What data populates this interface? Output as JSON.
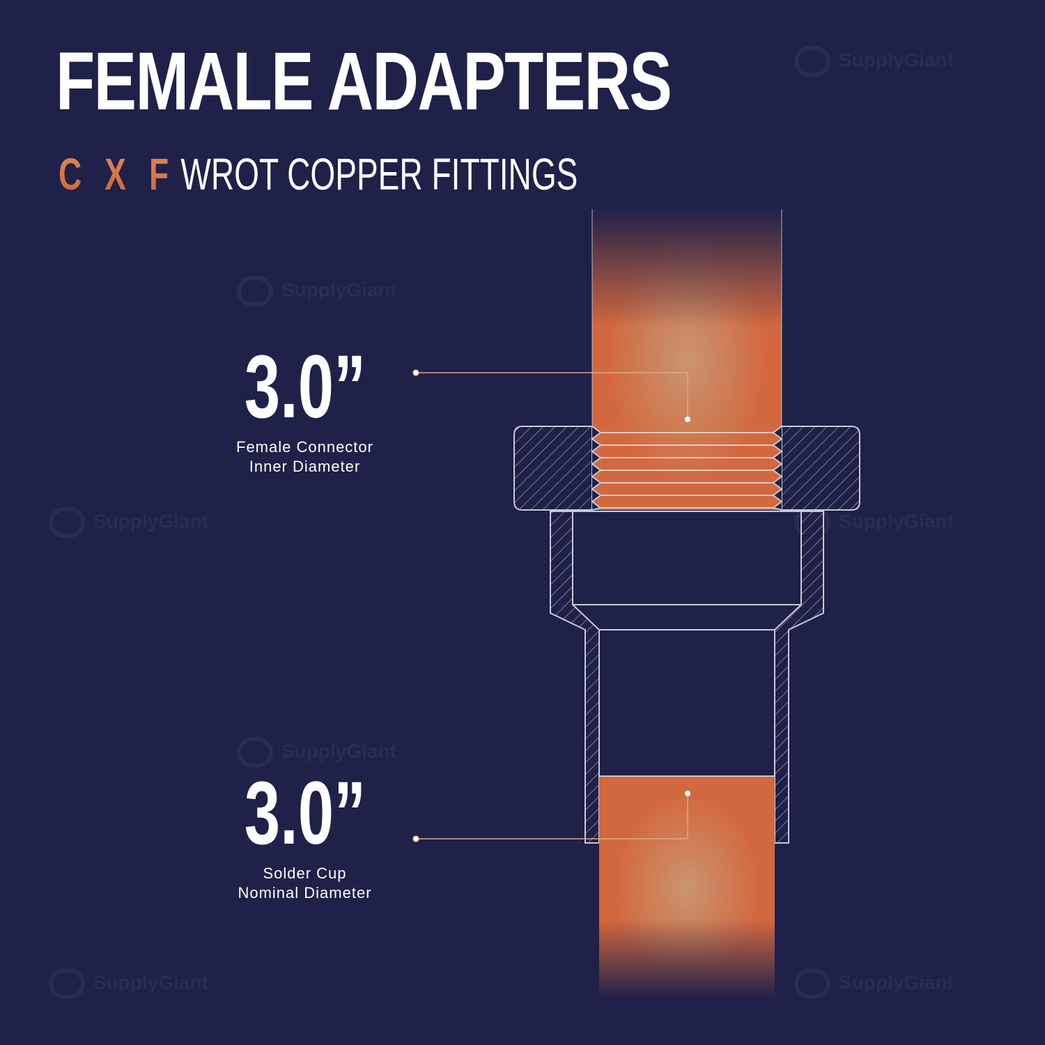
{
  "title": "FEMALE ADAPTERS",
  "subtitle": {
    "accent": "C X F",
    "rest": "WROT COPPER FITTINGS"
  },
  "watermark_text": "SupplyGiant",
  "measurements": [
    {
      "value": "3.0”",
      "caption_line1": "Female Connector",
      "caption_line2": "Inner Diameter"
    },
    {
      "value": "3.0”",
      "caption_line1": "Solder Cup",
      "caption_line2": "Nominal Diameter"
    }
  ],
  "colors": {
    "background": "#1f2149",
    "copper": "#d2683f",
    "copper_light": "#c9956f",
    "outline": "#c8c9d6",
    "accent": "#d97a4a"
  },
  "icons": [
    "supplygiant-logo-icon"
  ]
}
